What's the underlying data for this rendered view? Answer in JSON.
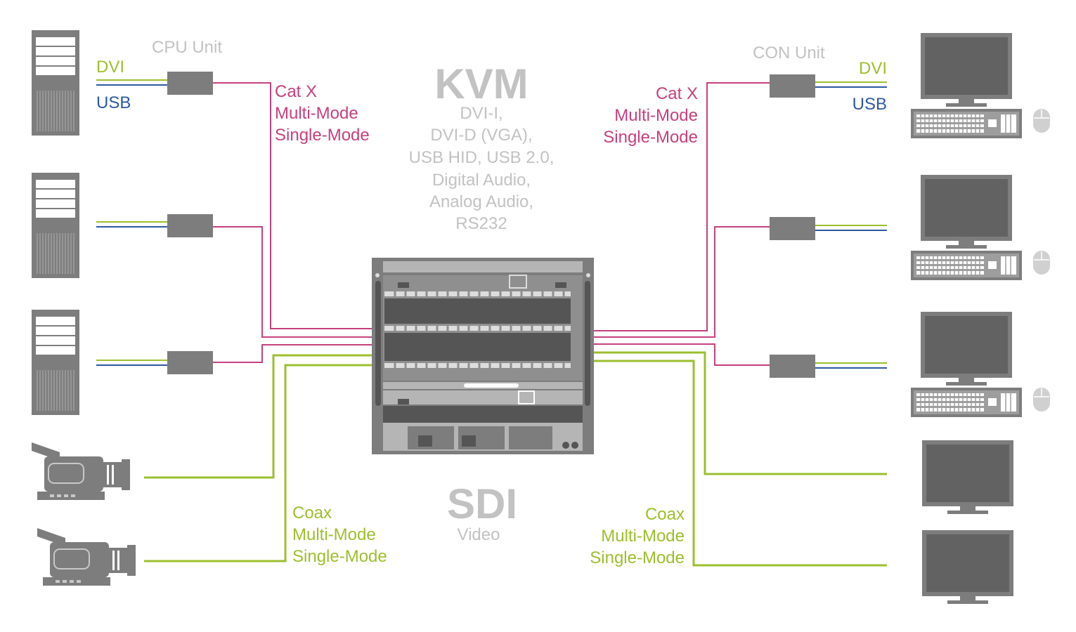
{
  "labels": {
    "cpu_unit": "CPU Unit",
    "con_unit": "CON Unit",
    "dvi_left": "DVI",
    "usb_left": "USB",
    "dvi_right": "DVI",
    "usb_right": "USB",
    "kvm_title": "KVM",
    "kvm_lines": [
      "DVI-I,",
      "DVI-D (VGA),",
      "USB HID, USB 2.0,",
      "Digital Audio,",
      "Analog Audio,",
      "RS232"
    ],
    "sdi_title": "SDI",
    "sdi_sub": "Video",
    "cat_left": [
      "Cat X",
      "Multi-Mode",
      "Single-Mode"
    ],
    "cat_right": [
      "Cat X",
      "Multi-Mode",
      "Single-Mode"
    ],
    "coax_left": [
      "Coax",
      "Multi-Mode",
      "Single-Mode"
    ],
    "coax_right": [
      "Coax",
      "Multi-Mode",
      "Single-Mode"
    ]
  },
  "colors": {
    "cat": "#c6407e",
    "coax": "#9cbf2d",
    "dvi": "#9cbf2d",
    "usb": "#2d58a0",
    "device": "#7d7d7d",
    "label_grey": "#c2c2c2"
  },
  "icons": [
    "tower-pc-icon",
    "video-camera-icon",
    "monitor-icon",
    "keyboard-icon",
    "mouse-icon",
    "kvm-matrix-switch-icon",
    "extender-unit-icon"
  ]
}
